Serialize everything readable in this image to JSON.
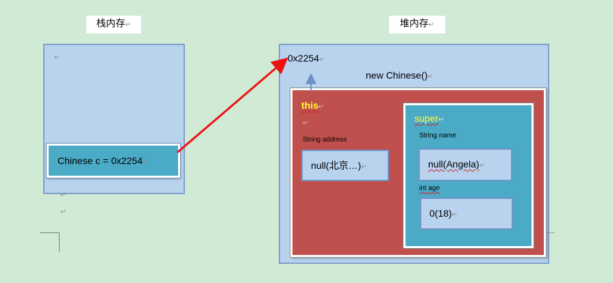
{
  "stack": {
    "title": "栈内存",
    "variable": "Chinese c = 0x2254"
  },
  "heap": {
    "title": "堆内存",
    "address": "0x2254",
    "constructor": "new Chinese()",
    "this_label": "this",
    "super_label": "super",
    "address_field_label": "String address",
    "address_field_value": "null(北京…)",
    "name_field_label": "String name",
    "name_field_value": "null(Angela)",
    "age_field_label": "int age",
    "age_field_value": "0(18)"
  },
  "glyphs": {
    "paragraph_mark": "↵"
  },
  "colors": {
    "background": "#d0ead6",
    "memory_box": "#b9d3ef",
    "this_object": "#c0504d",
    "super_object": "#4baac6",
    "pointer_arrow": "#ee1111",
    "keyword_text": "#ffff33"
  }
}
